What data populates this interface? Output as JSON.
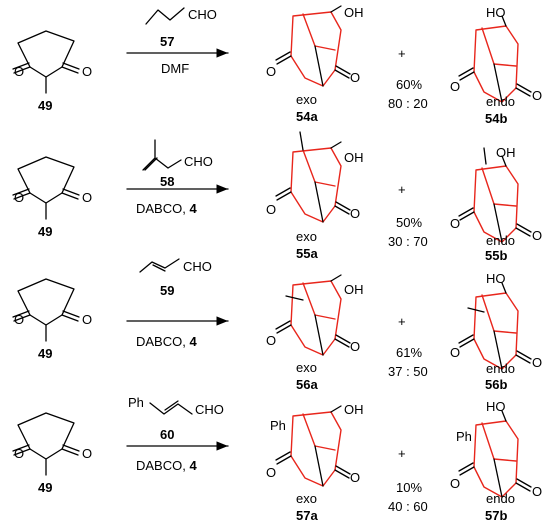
{
  "colors": {
    "ink": "#000000",
    "bicyclic_core": "#e8261c"
  },
  "rows": [
    {
      "start_label": "49",
      "reagent_number": "57",
      "conditions": "DMF",
      "aldehyde_text": "CHO",
      "exo_word": "exo",
      "exo_label": "54a",
      "endo_word": "endo",
      "endo_label": "54b",
      "yield": "60%",
      "ratio": "80 : 20",
      "plus": "+",
      "oh": "OH",
      "ho": "HO",
      "o": "O"
    },
    {
      "start_label": "49",
      "reagent_number": "58",
      "conditions_prefix": "DABCO, ",
      "conditions_bold": "4",
      "aldehyde_text": "CHO",
      "exo_word": "exo",
      "exo_label": "55a",
      "endo_word": "endo",
      "endo_label": "55b",
      "yield": "50%",
      "ratio": "30 : 70",
      "plus": "+",
      "oh": "OH",
      "ho": "OH",
      "o": "O"
    },
    {
      "start_label": "49",
      "reagent_number": "59",
      "conditions_prefix": "DABCO, ",
      "conditions_bold": "4",
      "aldehyde_text": "CHO",
      "exo_word": "exo",
      "exo_label": "56a",
      "endo_word": "endo",
      "endo_label": "56b",
      "yield": "61%",
      "ratio": "37 : 50",
      "plus": "+",
      "oh": "OH",
      "ho": "HO",
      "o": "O"
    },
    {
      "start_label": "49",
      "reagent_number": "60",
      "conditions_prefix": "DABCO, ",
      "conditions_bold": "4",
      "aldehyde_text": "CHO",
      "ph": "Ph",
      "exo_word": "exo",
      "exo_label": "57a",
      "endo_word": "endo",
      "endo_label": "57b",
      "yield": "10%",
      "ratio": "40 : 60",
      "plus": "+",
      "oh": "OH",
      "ho": "HO",
      "o": "O"
    }
  ]
}
